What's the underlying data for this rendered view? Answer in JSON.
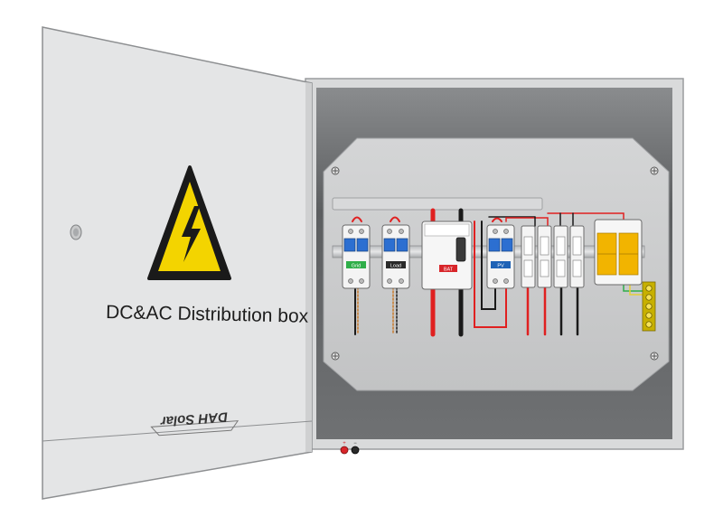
{
  "door": {
    "title": "DC&AC Distribution box",
    "logo_text": "DAH Solar"
  },
  "breakers": {
    "grid_label": "Grid",
    "load_label": "Load",
    "bat_label": "BAT",
    "pv_label": "PV"
  },
  "terminals": {
    "positive_symbol": "+",
    "negative_symbol": "−"
  },
  "colors": {
    "door": "#e4e5e6",
    "cabinet_inner": "#6e7072",
    "mount_plate": "#c9cacb",
    "warning_yellow": "#f3d400",
    "grid_badge": "#2fae49",
    "load_badge": "#2b2b2b",
    "bat_badge": "#d8252a",
    "pv_badge": "#1f63b6",
    "breaker_toggle": "#2c6fd1",
    "spd_orange": "#f2b400",
    "wire_red": "#e02020",
    "wire_black": "#1a1a1a"
  }
}
